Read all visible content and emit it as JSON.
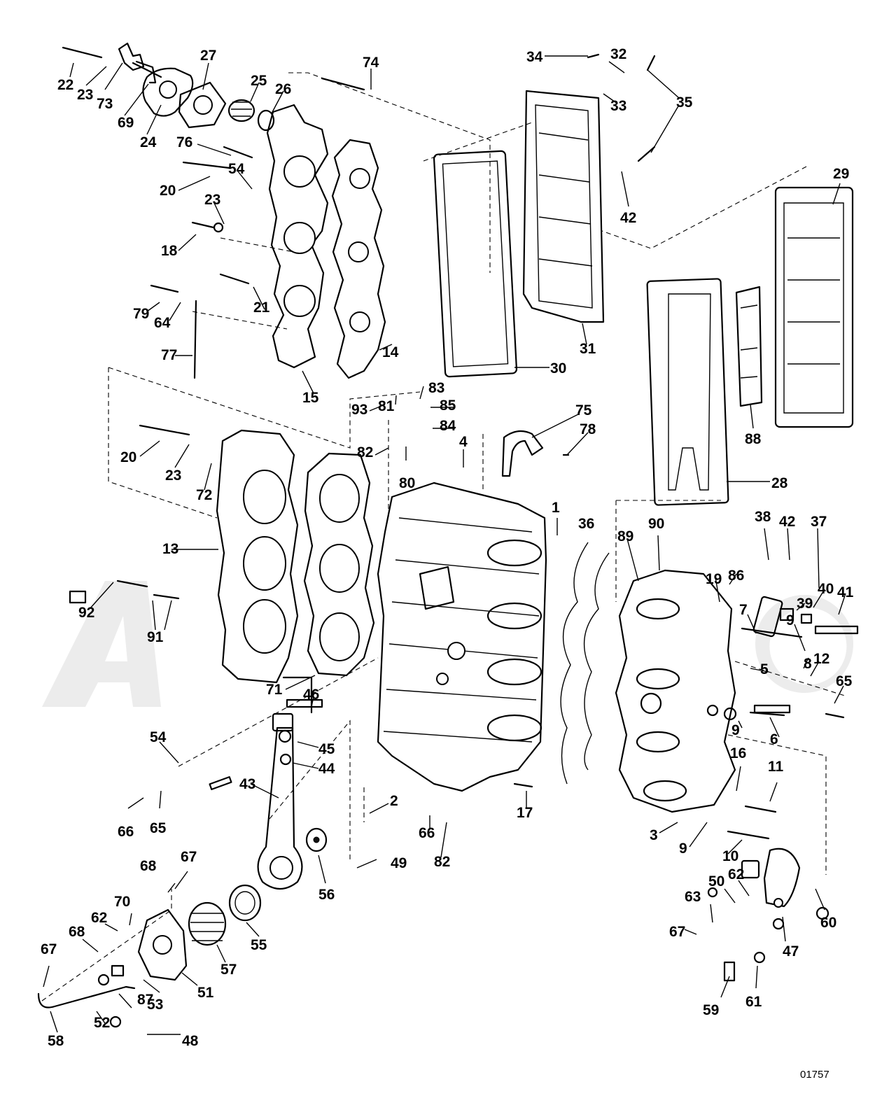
{
  "diagram_number": "01757",
  "callouts": [
    {
      "n": "22"
    },
    {
      "n": "23"
    },
    {
      "n": "73"
    },
    {
      "n": "69"
    },
    {
      "n": "24"
    },
    {
      "n": "27"
    },
    {
      "n": "25"
    },
    {
      "n": "26"
    },
    {
      "n": "74"
    },
    {
      "n": "76"
    },
    {
      "n": "54"
    },
    {
      "n": "20"
    },
    {
      "n": "23"
    },
    {
      "n": "18"
    },
    {
      "n": "21"
    },
    {
      "n": "79"
    },
    {
      "n": "64"
    },
    {
      "n": "77"
    },
    {
      "n": "15"
    },
    {
      "n": "14"
    },
    {
      "n": "34"
    },
    {
      "n": "32"
    },
    {
      "n": "33"
    },
    {
      "n": "35"
    },
    {
      "n": "42"
    },
    {
      "n": "30"
    },
    {
      "n": "31"
    },
    {
      "n": "29"
    },
    {
      "n": "88"
    },
    {
      "n": "28"
    },
    {
      "n": "83"
    },
    {
      "n": "81"
    },
    {
      "n": "85"
    },
    {
      "n": "93"
    },
    {
      "n": "84"
    },
    {
      "n": "82"
    },
    {
      "n": "80"
    },
    {
      "n": "4"
    },
    {
      "n": "75"
    },
    {
      "n": "78"
    },
    {
      "n": "20"
    },
    {
      "n": "23"
    },
    {
      "n": "72"
    },
    {
      "n": "13"
    },
    {
      "n": "92"
    },
    {
      "n": "91"
    },
    {
      "n": "71"
    },
    {
      "n": "1"
    },
    {
      "n": "36"
    },
    {
      "n": "89"
    },
    {
      "n": "90"
    },
    {
      "n": "38"
    },
    {
      "n": "42"
    },
    {
      "n": "37"
    },
    {
      "n": "19"
    },
    {
      "n": "86"
    },
    {
      "n": "39"
    },
    {
      "n": "40"
    },
    {
      "n": "41"
    },
    {
      "n": "7"
    },
    {
      "n": "9"
    },
    {
      "n": "8"
    },
    {
      "n": "12"
    },
    {
      "n": "5"
    },
    {
      "n": "65"
    },
    {
      "n": "9"
    },
    {
      "n": "6"
    },
    {
      "n": "46"
    },
    {
      "n": "45"
    },
    {
      "n": "44"
    },
    {
      "n": "54"
    },
    {
      "n": "43"
    },
    {
      "n": "2"
    },
    {
      "n": "66"
    },
    {
      "n": "82"
    },
    {
      "n": "17"
    },
    {
      "n": "16"
    },
    {
      "n": "11"
    },
    {
      "n": "3"
    },
    {
      "n": "9"
    },
    {
      "n": "10"
    },
    {
      "n": "66"
    },
    {
      "n": "65"
    },
    {
      "n": "49"
    },
    {
      "n": "56"
    },
    {
      "n": "68"
    },
    {
      "n": "67"
    },
    {
      "n": "55"
    },
    {
      "n": "57"
    },
    {
      "n": "70"
    },
    {
      "n": "62"
    },
    {
      "n": "68"
    },
    {
      "n": "53"
    },
    {
      "n": "51"
    },
    {
      "n": "87"
    },
    {
      "n": "52"
    },
    {
      "n": "67"
    },
    {
      "n": "58"
    },
    {
      "n": "48"
    },
    {
      "n": "62"
    },
    {
      "n": "50"
    },
    {
      "n": "63"
    },
    {
      "n": "67"
    },
    {
      "n": "60"
    },
    {
      "n": "47"
    },
    {
      "n": "61"
    },
    {
      "n": "59"
    }
  ]
}
